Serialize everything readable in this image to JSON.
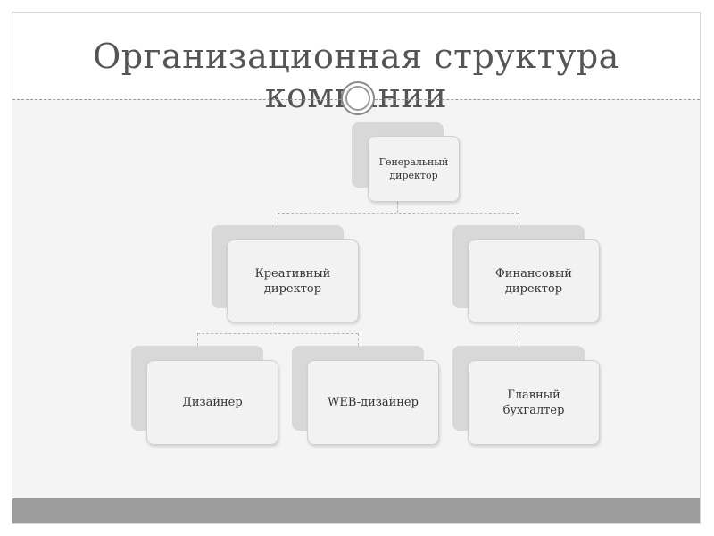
{
  "slide": {
    "title": "Организационная структура компании"
  },
  "org_chart": {
    "ceo": "Генеральный\nдиректор",
    "creative_director": "Креативный\nдиректор",
    "financial_director": "Финансовый\nдиректор",
    "designer": "Дизайнер",
    "web_designer": "WEB-дизайнер",
    "chief_accountant": "Главный\nбухгалтер"
  }
}
